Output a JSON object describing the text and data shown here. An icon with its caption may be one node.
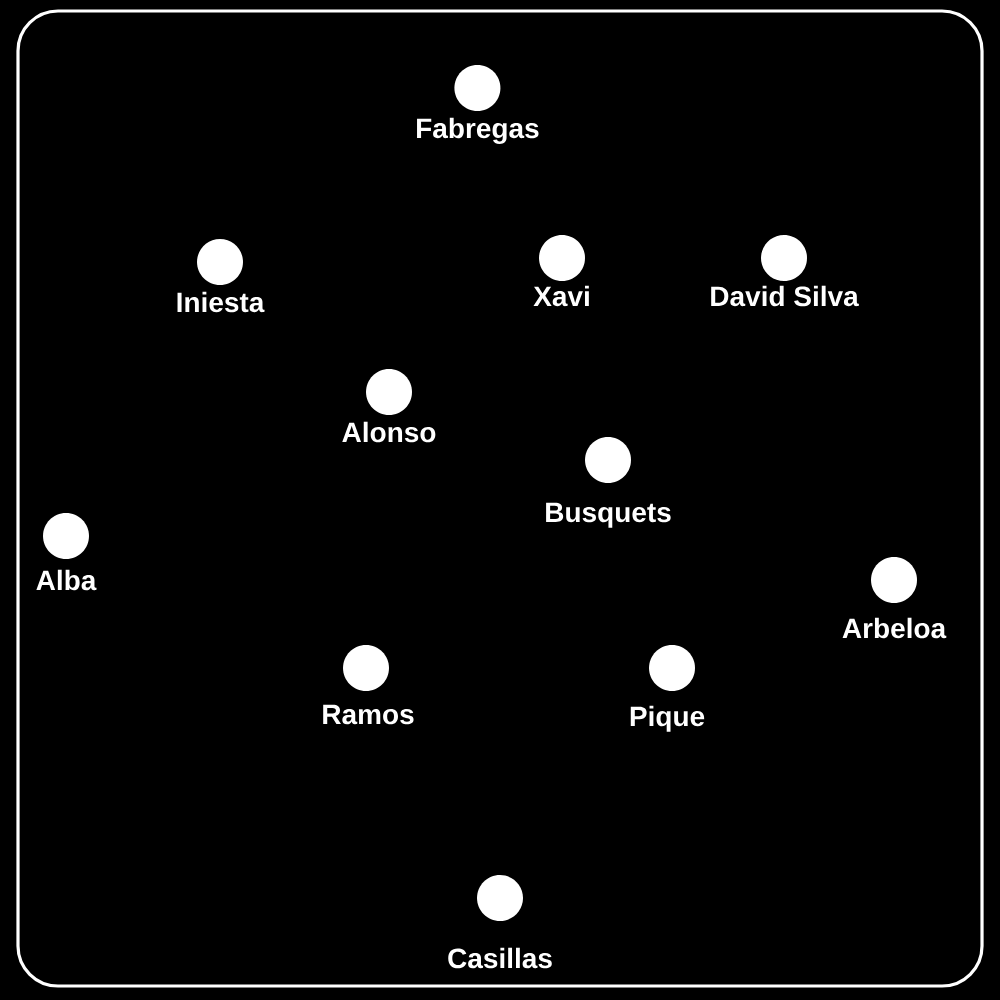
{
  "diagram": {
    "nodes": [
      {
        "text": [
          "Fabregas"
        ]
      },
      {
        "text": [
          "Iniesta"
        ]
      },
      {
        "text": [
          "Xavi"
        ]
      },
      {
        "text": [
          "David Silva"
        ]
      },
      {
        "text": [
          "Alonso"
        ]
      },
      {
        "text": [
          "Busquets"
        ]
      },
      {
        "text": [
          "Alba"
        ]
      },
      {
        "text": [
          "Arbeloa"
        ]
      },
      {
        "text": [
          "Ramos"
        ]
      },
      {
        "text": [
          "Pique"
        ]
      },
      {
        "text": [
          "Casillas"
        ]
      }
    ]
  }
}
